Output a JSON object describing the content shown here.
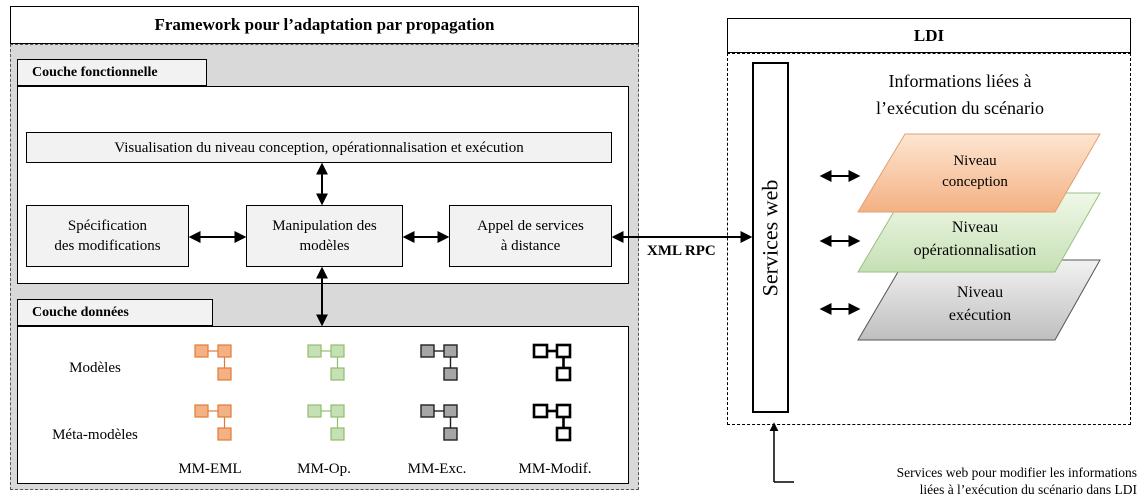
{
  "framework": {
    "title": "Framework pour l’adaptation par propagation",
    "couche_fonctionnelle": {
      "label": "Couche fonctionnelle",
      "visualisation": "Visualisation du niveau conception, opérationnalisation et exécution",
      "specification": [
        "Spécification",
        "des modifications"
      ],
      "manipulation": [
        "Manipulation des",
        "modèles"
      ],
      "appel": [
        "Appel de services",
        "à distance"
      ]
    },
    "couche_donnees": {
      "label": "Couche données",
      "row_labels": [
        "Modèles",
        "Méta-modèles"
      ],
      "columns": [
        {
          "name": "MM-EML",
          "color": "#f4b183"
        },
        {
          "name": "MM-Op.",
          "color": "#c5e0b4"
        },
        {
          "name": "MM-Exc.",
          "color": "#a6a6a6"
        },
        {
          "name": "MM-Modif.",
          "color": "#ffffff"
        }
      ]
    }
  },
  "connector_label": "XML RPC",
  "ldi": {
    "title": "LDI",
    "services_web": "Services web",
    "info_heading": [
      "Informations liées à",
      "l’exécution du scénario"
    ],
    "levels": [
      {
        "line1": "Niveau",
        "line2": "conception",
        "color": "#f8cba7"
      },
      {
        "line1": "Niveau",
        "line2": "opérationnalisation",
        "color": "#d8ecc8"
      },
      {
        "line1": "Niveau",
        "line2": "exécution",
        "color": "#d0d0d0"
      }
    ],
    "footnote": [
      "Services web pour modifier les informations",
      "liées à l’exécution du scénario dans LDI"
    ]
  }
}
